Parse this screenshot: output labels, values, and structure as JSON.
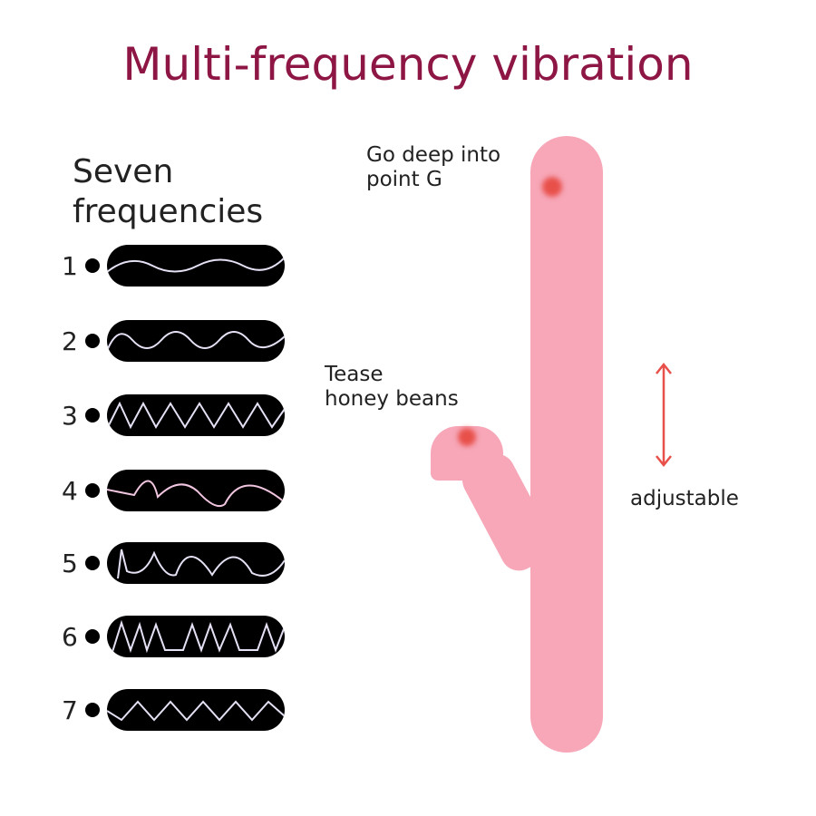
{
  "title": "Multi-frequency vibration",
  "subtitle": {
    "line1": "Seven",
    "line2": "frequencies"
  },
  "frequencies": [
    {
      "number": "1",
      "wave": "gentle"
    },
    {
      "number": "2",
      "wave": "medium"
    },
    {
      "number": "3",
      "wave": "fast"
    },
    {
      "number": "4",
      "wave": "irregular"
    },
    {
      "number": "5",
      "wave": "pulse"
    },
    {
      "number": "6",
      "wave": "rapid"
    },
    {
      "number": "7",
      "wave": "steady"
    }
  ],
  "labels": {
    "top": {
      "line1": "Go deep into",
      "line2": "point G"
    },
    "side": {
      "line1": "Tease",
      "line2": "honey beans"
    },
    "adjustable": "adjustable"
  },
  "colors": {
    "title": "#8e1645",
    "product": "#f7a7b8",
    "accent": "#e8504a"
  }
}
